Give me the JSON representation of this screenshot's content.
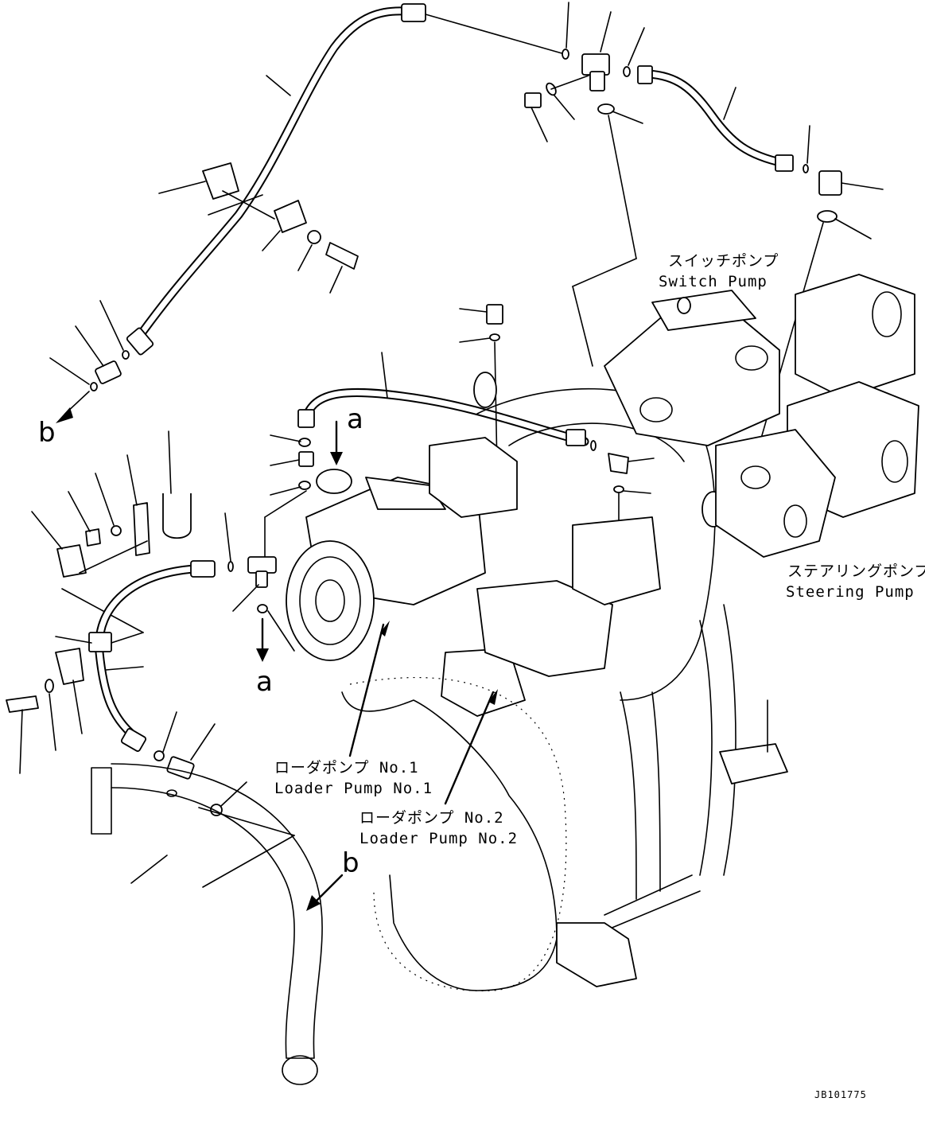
{
  "labels": {
    "switch_pump_jp": "スイッチポンプ",
    "switch_pump_en": "Switch Pump",
    "steering_pump_jp": "ステアリングポンプ",
    "steering_pump_en": "Steering Pump",
    "loader_pump_1_jp": "ローダポンプ No.1",
    "loader_pump_1_en": "Loader Pump No.1",
    "loader_pump_2_jp": "ローダポンプ No.2",
    "loader_pump_2_en": "Loader Pump No.2"
  },
  "callouts": {
    "a_top": "a",
    "a_bottom": "a",
    "b_left": "b",
    "b_bottom": "b"
  },
  "drawing_code": "JB101775"
}
